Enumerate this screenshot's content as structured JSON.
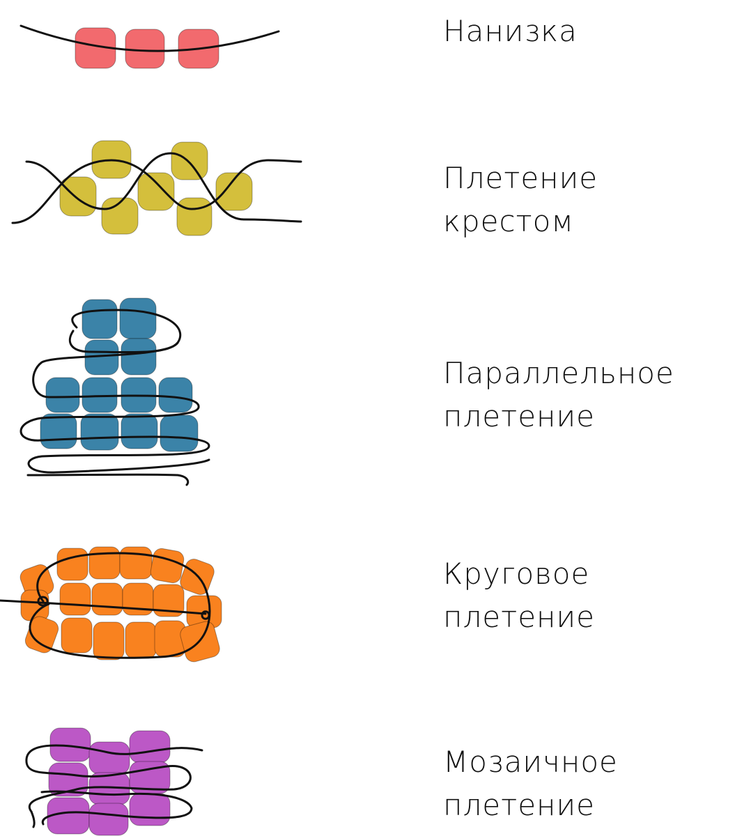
{
  "colors": {
    "stringing": "#f26a6e",
    "cross": "#d4bf3c",
    "parallel": "#3b83a8",
    "circular": "#f9821f",
    "mosaic": "#bc58c6",
    "thread": "#111111"
  },
  "techniques": [
    {
      "lines": [
        "Нанизка"
      ]
    },
    {
      "lines": [
        "Плетение",
        "крестом"
      ]
    },
    {
      "lines": [
        "Параллельное",
        "плетение"
      ]
    },
    {
      "lines": [
        "Круговое",
        "плетение"
      ]
    },
    {
      "lines": [
        "Мозаичное",
        "плетение"
      ]
    }
  ]
}
